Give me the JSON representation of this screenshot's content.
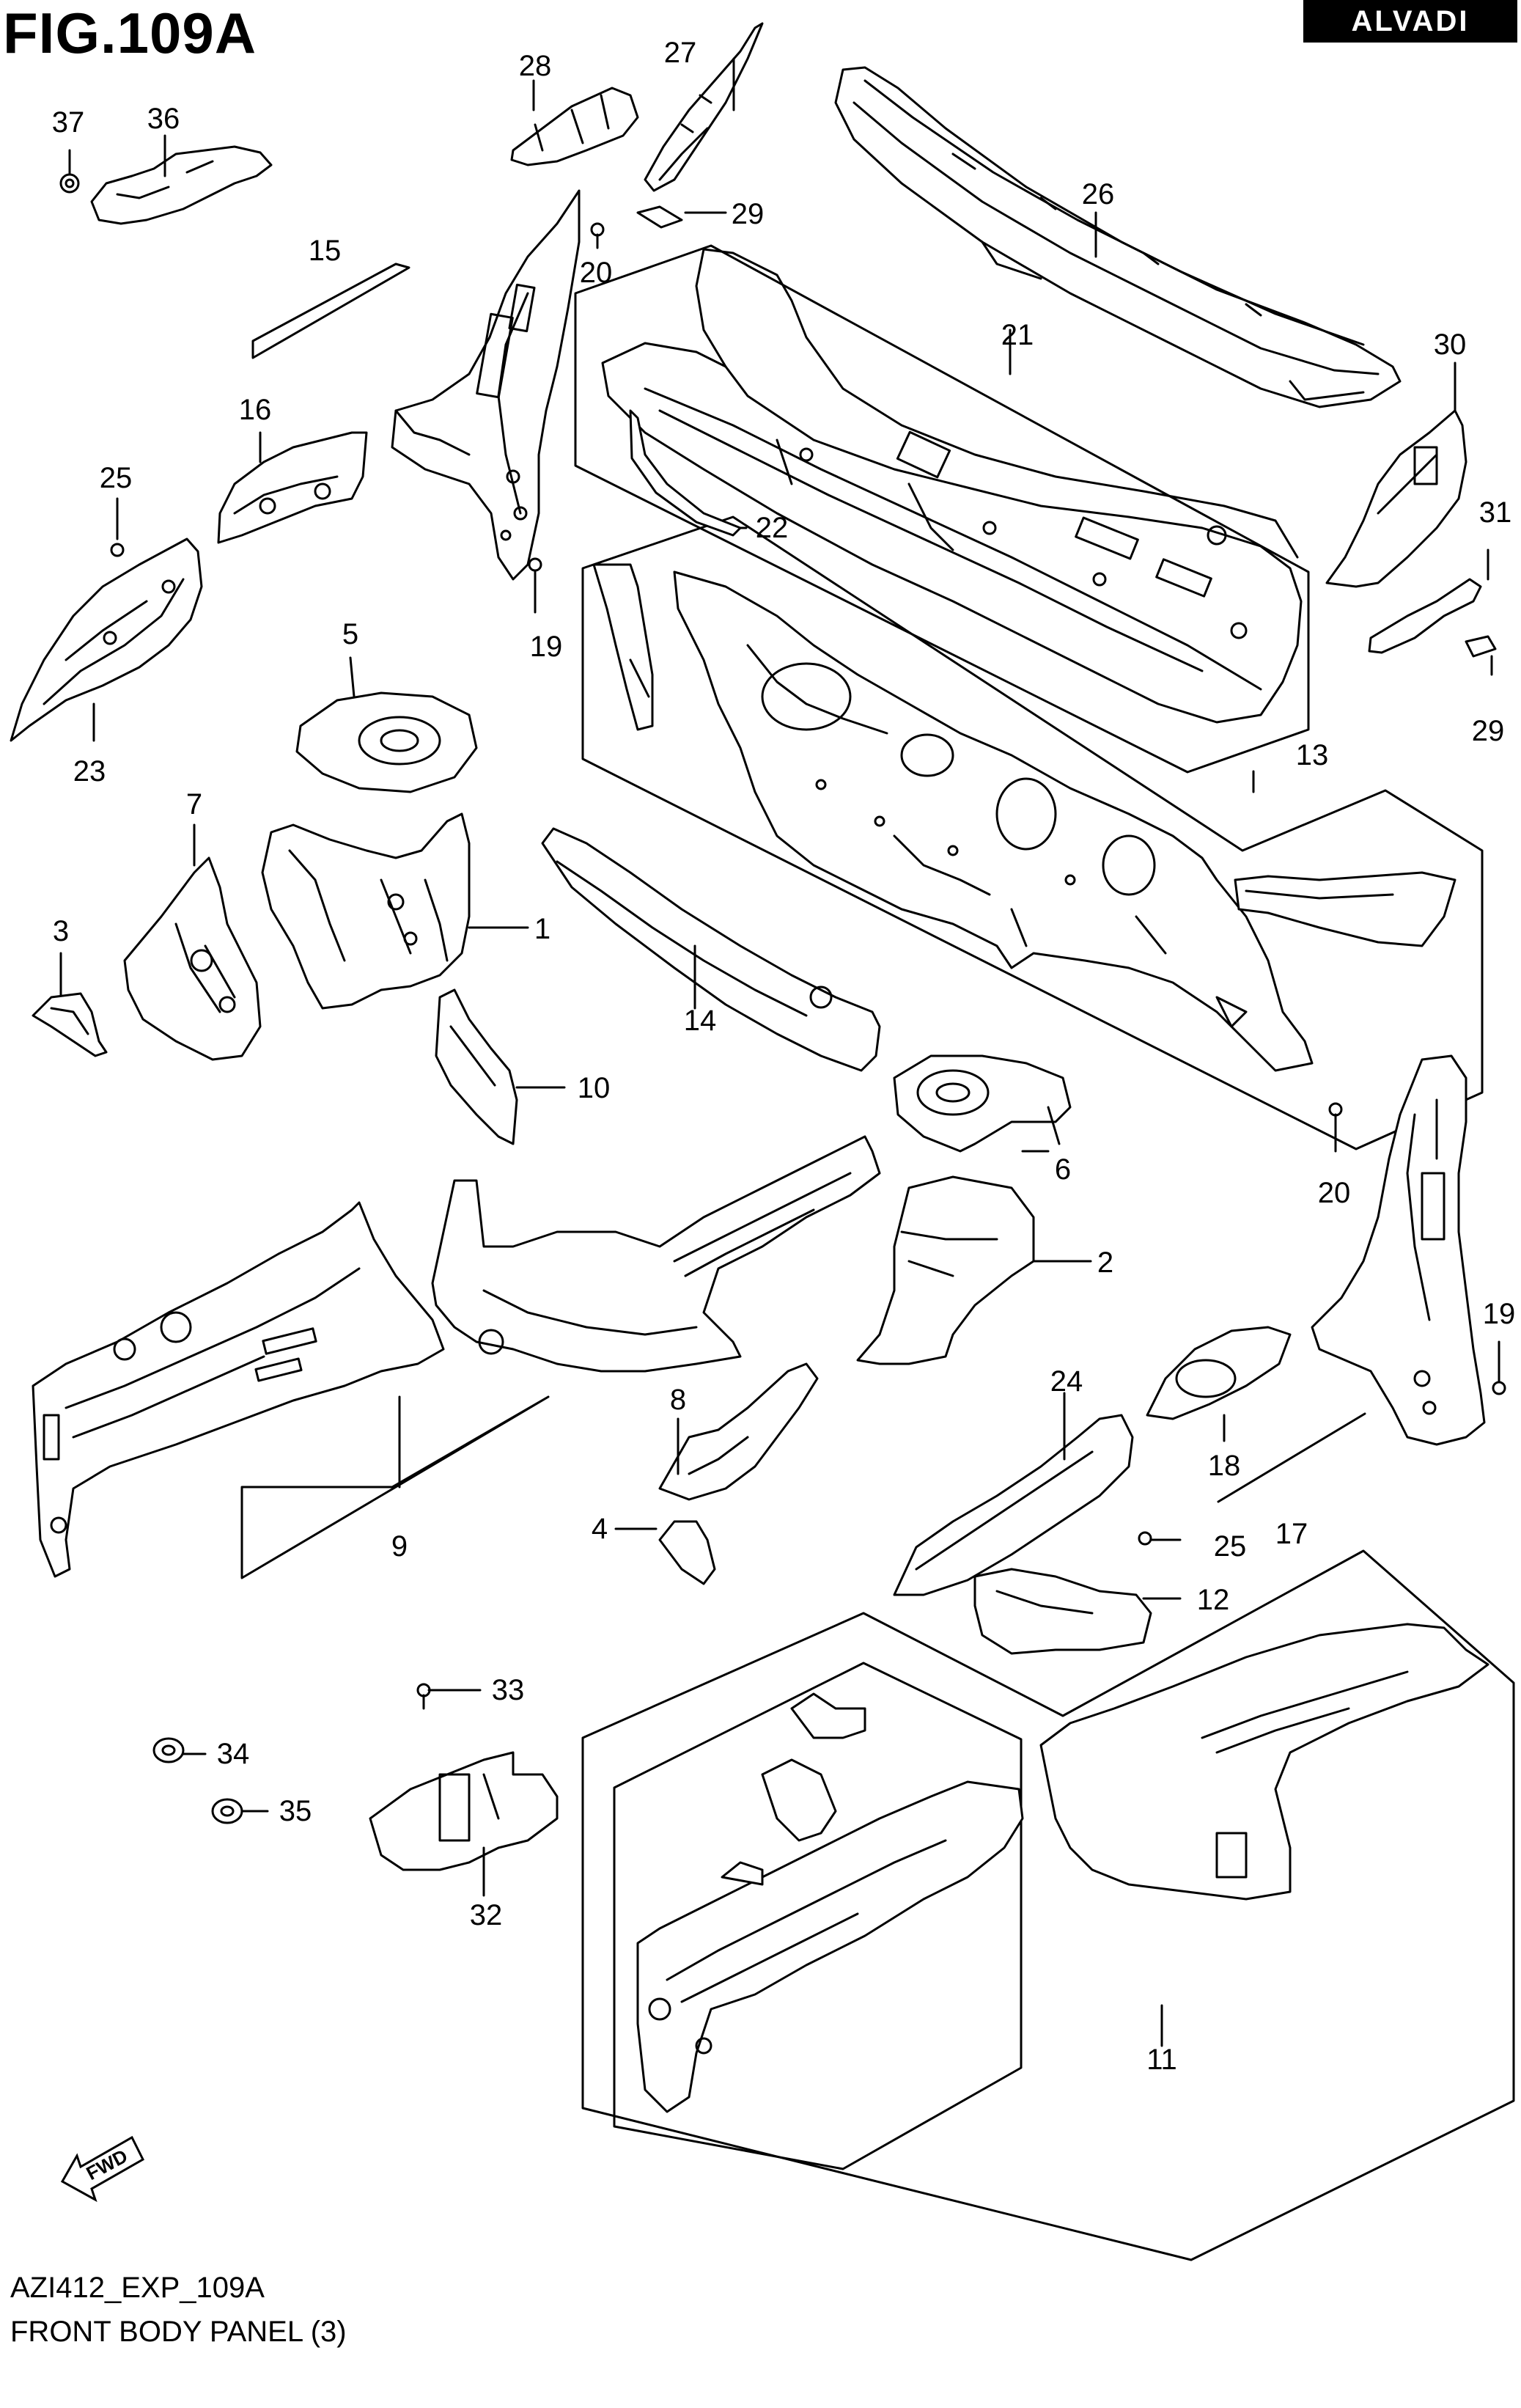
{
  "header": {
    "figure_title": "FIG.109A",
    "brand": "ALVADI"
  },
  "footer": {
    "code": "AZI412_EXP_109A",
    "title": "FRONT BODY PANEL (3)"
  },
  "fwd_arrow_label": "FWD",
  "callouts": {
    "p1": "1",
    "p2": "2",
    "p3": "3",
    "p4": "4",
    "p5": "5",
    "p6": "6",
    "p7": "7",
    "p8": "8",
    "p9": "9",
    "p10": "10",
    "p11": "11",
    "p12": "12",
    "p13": "13",
    "p14": "14",
    "p15": "15",
    "p16": "16",
    "p17": "17",
    "p18": "18",
    "p19a": "19",
    "p19b": "19",
    "p20a": "20",
    "p20b": "20",
    "p21": "21",
    "p22": "22",
    "p23": "23",
    "p24": "24",
    "p25a": "25",
    "p25b": "25",
    "p26": "26",
    "p27": "27",
    "p28": "28",
    "p29a": "29",
    "p29b": "29",
    "p30": "30",
    "p31": "31",
    "p32": "32",
    "p33": "33",
    "p34": "34",
    "p35": "35",
    "p36": "36",
    "p37": "37"
  }
}
